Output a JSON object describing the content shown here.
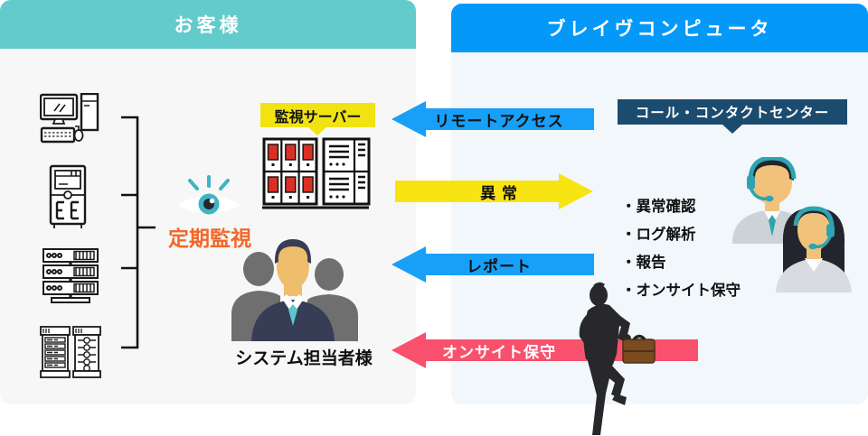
{
  "customer_panel": {
    "title": "お客様",
    "periodic_monitoring": "定期監視",
    "monitoring_server_label": "監視サーバー",
    "system_manager_caption": "システム担当者様",
    "equipment_icons": [
      "desktop-pc",
      "tower-server",
      "rack-server",
      "server-cabinets"
    ]
  },
  "company_panel": {
    "title": "ブレイヴコンピュータ",
    "contact_center_label": "コール・コンタクトセンター",
    "services": [
      "・異常確認",
      "・ログ解析",
      "・報告",
      "・オンサイト保守"
    ]
  },
  "flows": {
    "remote_access": {
      "label": "リモートアクセス",
      "direction": "to-customer",
      "color": "#18A0F8"
    },
    "abnormal": {
      "label": "異 常",
      "direction": "to-company",
      "color": "#F8E412"
    },
    "report": {
      "label": "レポート",
      "direction": "to-customer",
      "color": "#18A0F8"
    },
    "onsite": {
      "label": "オンサイト保守",
      "direction": "to-customer",
      "color": "#F9506E"
    }
  },
  "colors": {
    "customer_header": "#63CBCB",
    "company_header": "#0499F8",
    "customer_body": "#F7F7F7",
    "company_body": "#F1F7FB",
    "monitoring_label_bg": "#F0E311",
    "contact_label_bg": "#1C4B70",
    "periodic_text": "#F2682B",
    "arrow_blue": "#18A0F8",
    "arrow_yellow": "#F8E412",
    "arrow_pink": "#F9506E"
  }
}
